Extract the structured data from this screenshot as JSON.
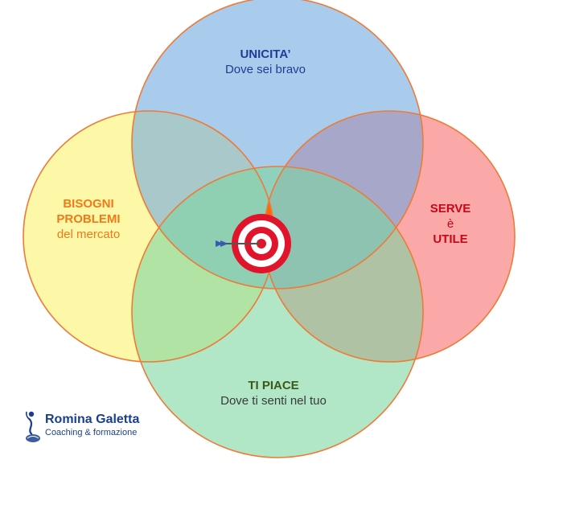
{
  "circles": {
    "top": {
      "title": "UNICITA’",
      "subtitle": "Dove sei bravo",
      "color": "#a9cdee"
    },
    "left": {
      "title_line1": "BISOGNI",
      "title_line2": "PROBLEMI",
      "subtitle": "del mercato",
      "color": "#fbf5a3"
    },
    "right": {
      "title_line1": "SERVE",
      "title_line2": "è",
      "title_line3": "UTILE",
      "color": "#f9a8a8"
    },
    "bottom": {
      "title": "TI PIACE",
      "subtitle": "Dove ti senti nel tuo",
      "color": "#abe4c1"
    },
    "outline_color": "#ee7a36",
    "center_color": "#f77418"
  },
  "target_icon": "target-with-arrow-icon",
  "brand": {
    "name": "Romina Galetta",
    "tagline": "Coaching & formazione",
    "icon": "person-figure-icon"
  }
}
